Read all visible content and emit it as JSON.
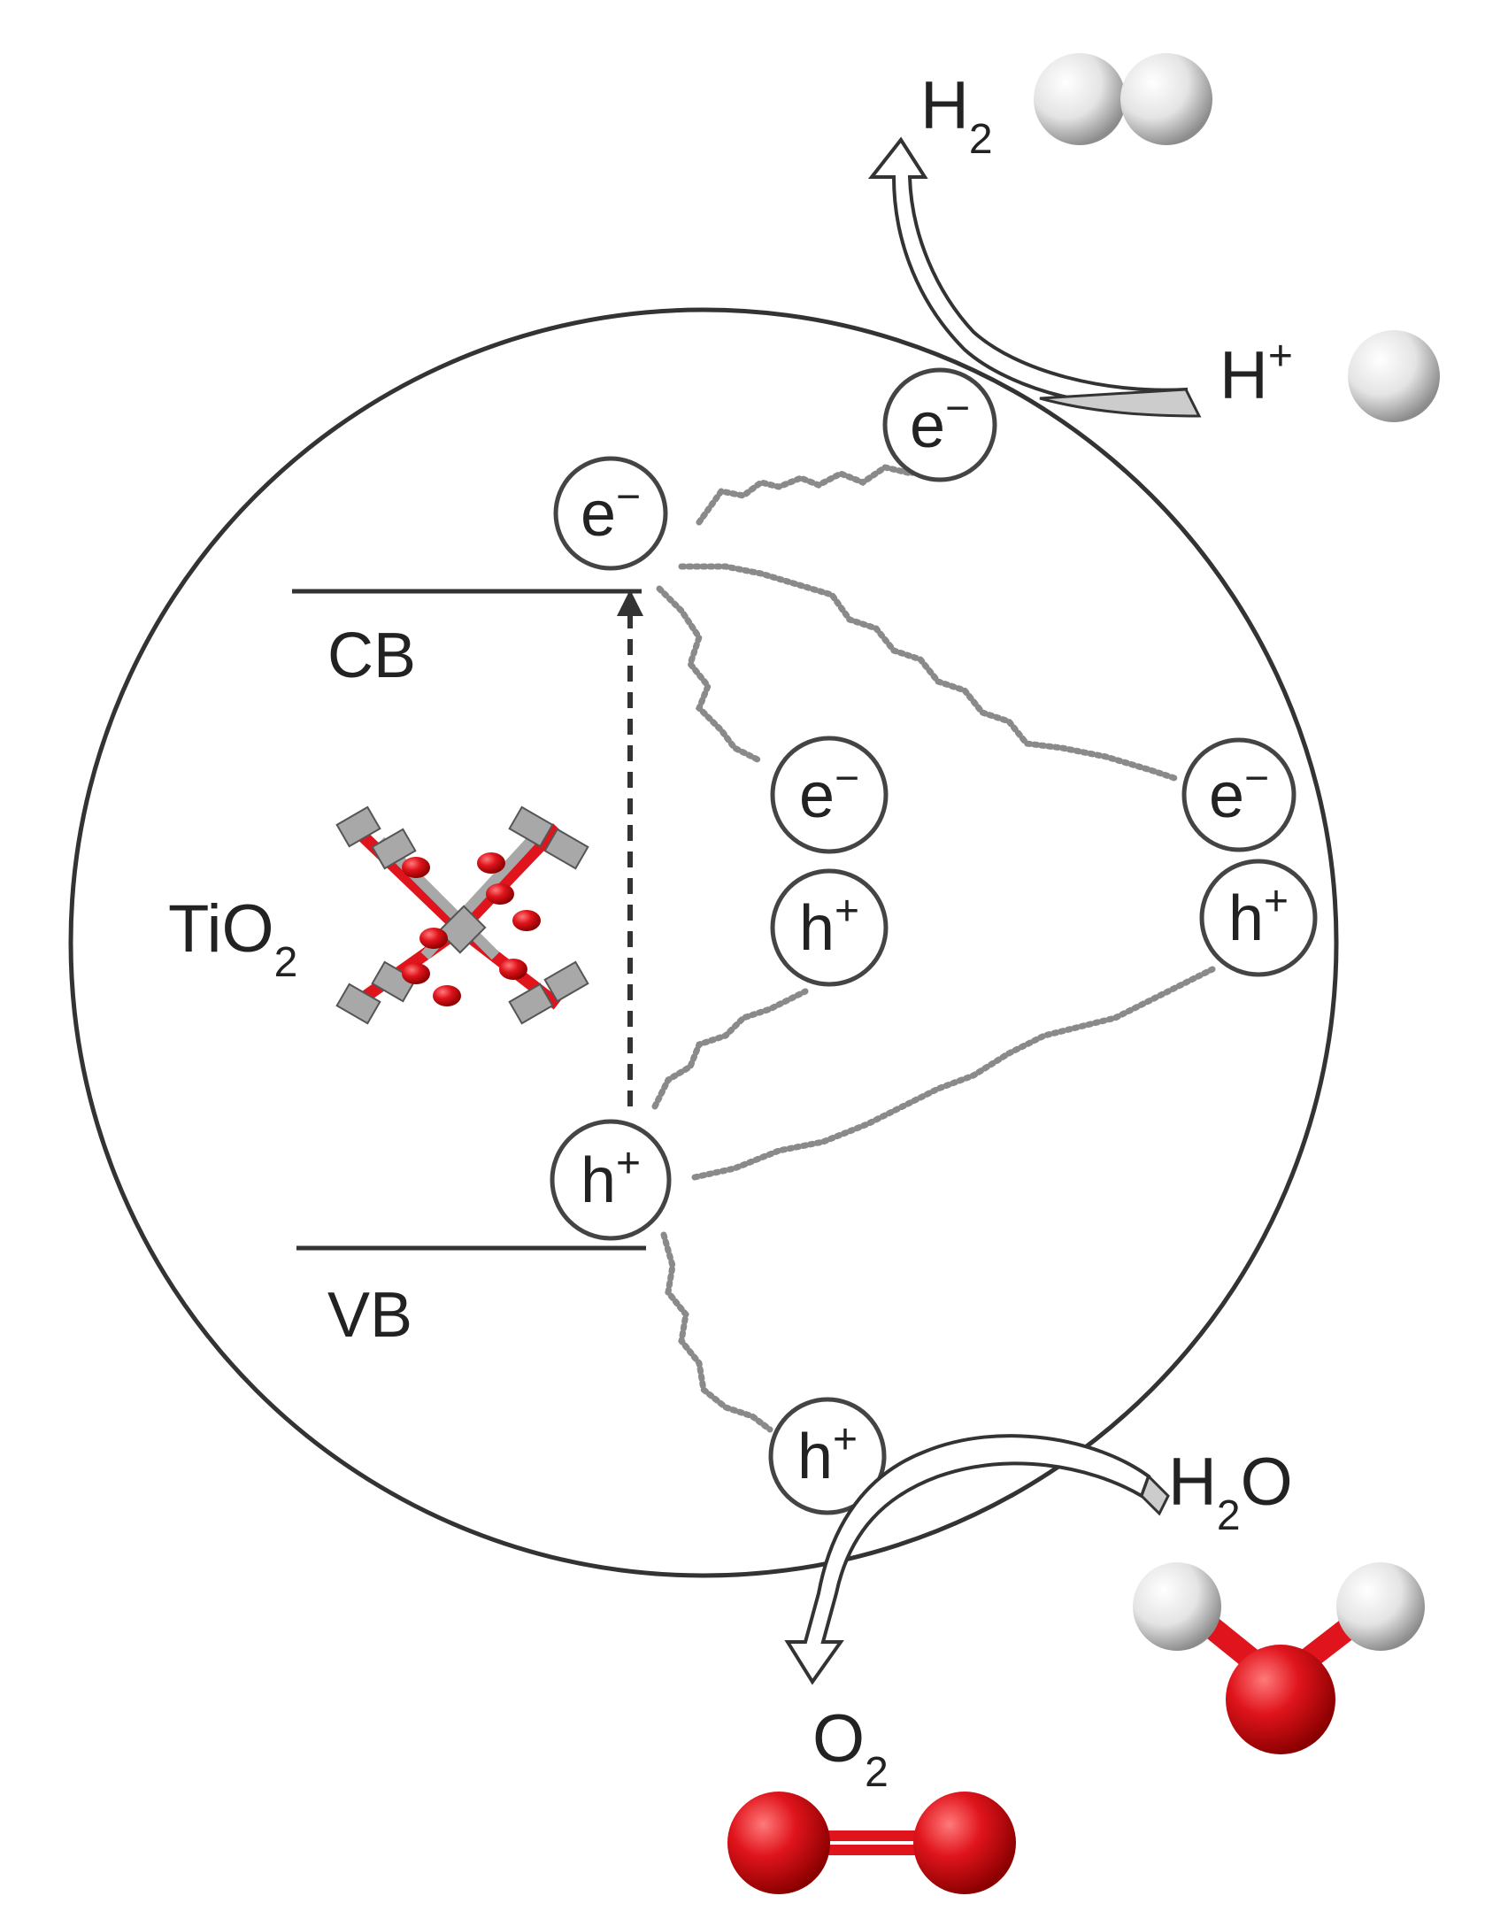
{
  "labels": {
    "cb": "CB",
    "vb": "VB",
    "tio2_main": "TiO",
    "tio2_sub": "2",
    "h2_main": "H",
    "h2_sub": "2",
    "hplus_main": "H",
    "hplus_sup": "+",
    "h2o_h": "H",
    "h2o_sub": "2",
    "h2o_o": "O",
    "o2_main": "O",
    "o2_sub": "2"
  },
  "carriers": {
    "electron_main": "e",
    "electron_sup": "−",
    "hole_main": "h",
    "hole_sup": "+"
  },
  "colors": {
    "line": "#333333",
    "path_dots": "#8a8a8a",
    "oxygen_red": "#e0141c",
    "hydrogen_white": "#f2f2f2",
    "titanium_grey": "#a8a8a8"
  }
}
